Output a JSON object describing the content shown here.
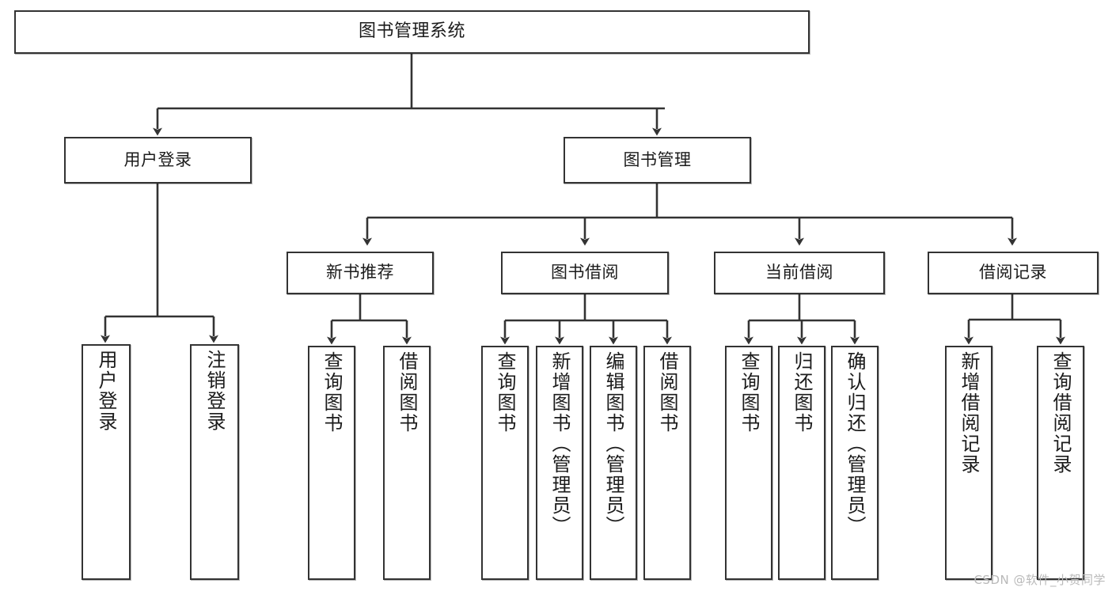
{
  "diagram": {
    "title": "图书管理系统",
    "type": "tree-hierarchy-diagram",
    "watermark": "CSDN @软件_小贺同学",
    "colors": {
      "background": "#ffffff",
      "box_border": "#333333",
      "box_fill": "#ffffff",
      "connector": "#333333",
      "text": "#1b1b1b",
      "watermark": "#b9b9b9"
    },
    "levels": {
      "root": {
        "label": "图书管理系统"
      },
      "level2": [
        {
          "label": "用户登录"
        },
        {
          "label": "图书管理"
        }
      ],
      "level3": [
        {
          "label": "新书推荐"
        },
        {
          "label": "图书借阅"
        },
        {
          "label": "当前借阅"
        },
        {
          "label": "借阅记录"
        }
      ],
      "leaves": {
        "user_login": [
          {
            "label": "用户登录"
          },
          {
            "label": "注销登录"
          }
        ],
        "new_book_recommend": [
          {
            "label": "查询图书"
          },
          {
            "label": "借阅图书"
          }
        ],
        "book_borrow": [
          {
            "label": "查询图书"
          },
          {
            "label": "新增图书（管理员）"
          },
          {
            "label": "编辑图书（管理员）"
          },
          {
            "label": "借阅图书"
          }
        ],
        "current_borrow": [
          {
            "label": "查询图书"
          },
          {
            "label": "归还图书"
          },
          {
            "label": "确认归还（管理员）"
          }
        ],
        "borrow_record": [
          {
            "label": "新增借阅记录"
          },
          {
            "label": "查询借阅记录"
          }
        ]
      }
    }
  }
}
